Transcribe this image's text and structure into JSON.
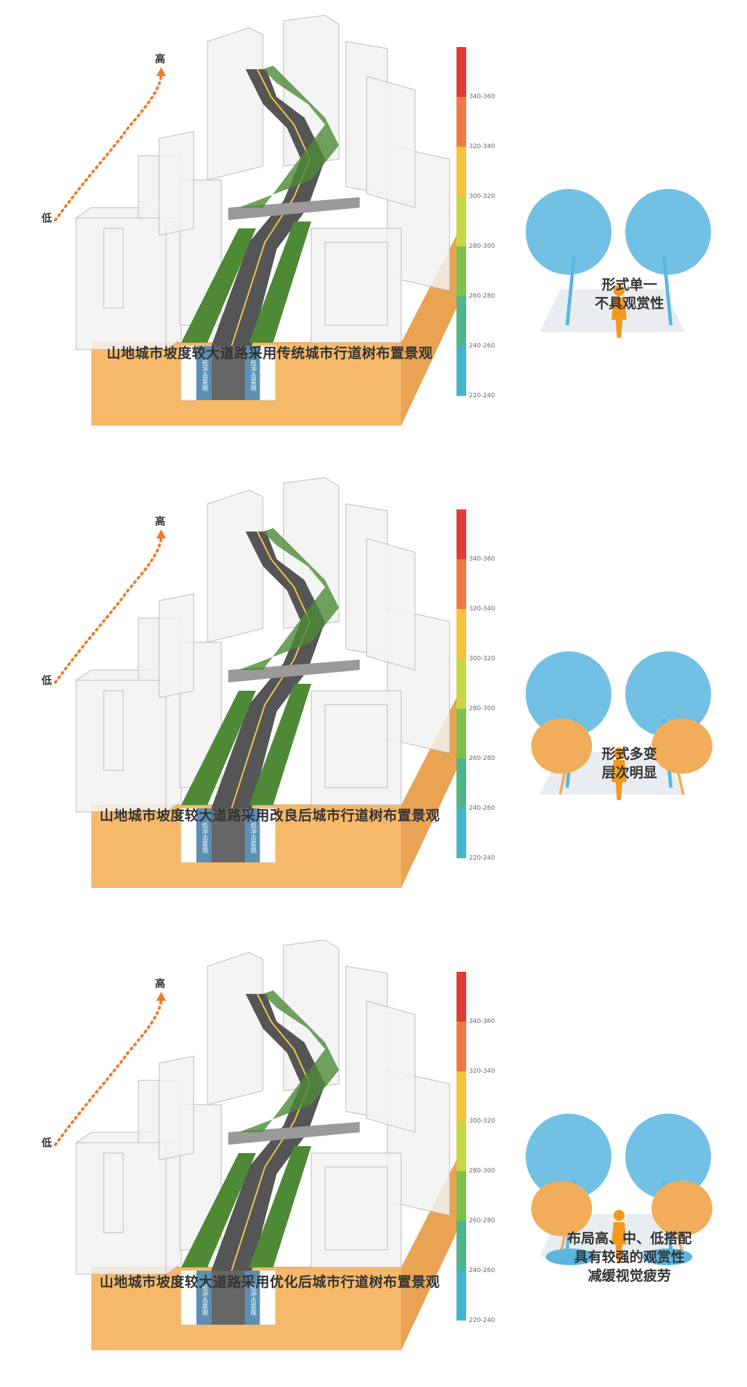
{
  "panels": [
    {
      "caption": "山地城市坡度较大道路采用传统城市行道树布置景观",
      "note_lines": [
        "形式单一",
        "不具观赏性"
      ],
      "tree_style": "single",
      "high_label": "高",
      "low_label": "低",
      "lane_labels": [
        "低冲击景观",
        "低冲击景观"
      ],
      "scale_labels": [
        "340-360",
        "320-340",
        "300-320",
        "280-300",
        "260-280",
        "240-260",
        "220-240"
      ]
    },
    {
      "caption": "山地城市坡度较大道路采用改良后城市行道树布置景观",
      "note_lines": [
        "形式多变",
        "层次明显"
      ],
      "tree_style": "double",
      "high_label": "高",
      "low_label": "低",
      "lane_labels": [
        "低冲击景观",
        "低冲击景观"
      ],
      "scale_labels": [
        "340-360",
        "320-340",
        "300-320",
        "280-300",
        "260-280",
        "240-260",
        "220-240"
      ]
    },
    {
      "caption": "山地城市坡度较大道路采用优化后城市行道树布置景观",
      "note_lines": [
        "布局高、中、低搭配",
        "具有较强的观赏性",
        "减缓视觉疲劳"
      ],
      "tree_style": "triple",
      "high_label": "高",
      "low_label": "低",
      "lane_labels": [
        "低冲击景观",
        "低冲击景观"
      ],
      "scale_labels": [
        "340-360",
        "320-340",
        "300-320",
        "280-300",
        "260-280",
        "240-260",
        "220-240"
      ]
    }
  ],
  "colors": {
    "scale": [
      "#e63a35",
      "#ef7a44",
      "#f8c23a",
      "#c8d845",
      "#7cc24a",
      "#4fb58a",
      "#45b4d1"
    ],
    "base": "#f6b869",
    "tree_blue": "#59b6df",
    "tree_orange": "#f2ad5a",
    "runner": "#f39a1e",
    "greenery": "#4e8a36",
    "road": "#555555",
    "arrow": "#ef7a2c"
  }
}
